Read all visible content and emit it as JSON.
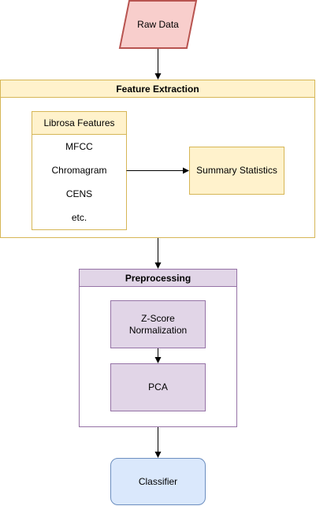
{
  "diagram": {
    "raw_data": "Raw Data",
    "feature_extraction": {
      "title": "Feature Extraction",
      "librosa": {
        "title": "Librosa Features",
        "items": [
          "MFCC",
          "Chromagram",
          "CENS",
          "etc."
        ]
      },
      "summary": "Summary Statistics"
    },
    "preprocessing": {
      "title": "Preprocessing",
      "steps": [
        "Z-Score\nNormalization",
        "PCA"
      ]
    },
    "classifier": "Classifier"
  },
  "colors": {
    "raw_fill": "#f8cecc",
    "raw_stroke": "#b85450",
    "yellow_fill": "#fff2cc",
    "yellow_stroke": "#d6b656",
    "purple_fill": "#e1d5e7",
    "purple_stroke": "#9673a6",
    "blue_fill": "#dae8fc",
    "blue_stroke": "#6c8ebf",
    "edge": "#000000"
  }
}
